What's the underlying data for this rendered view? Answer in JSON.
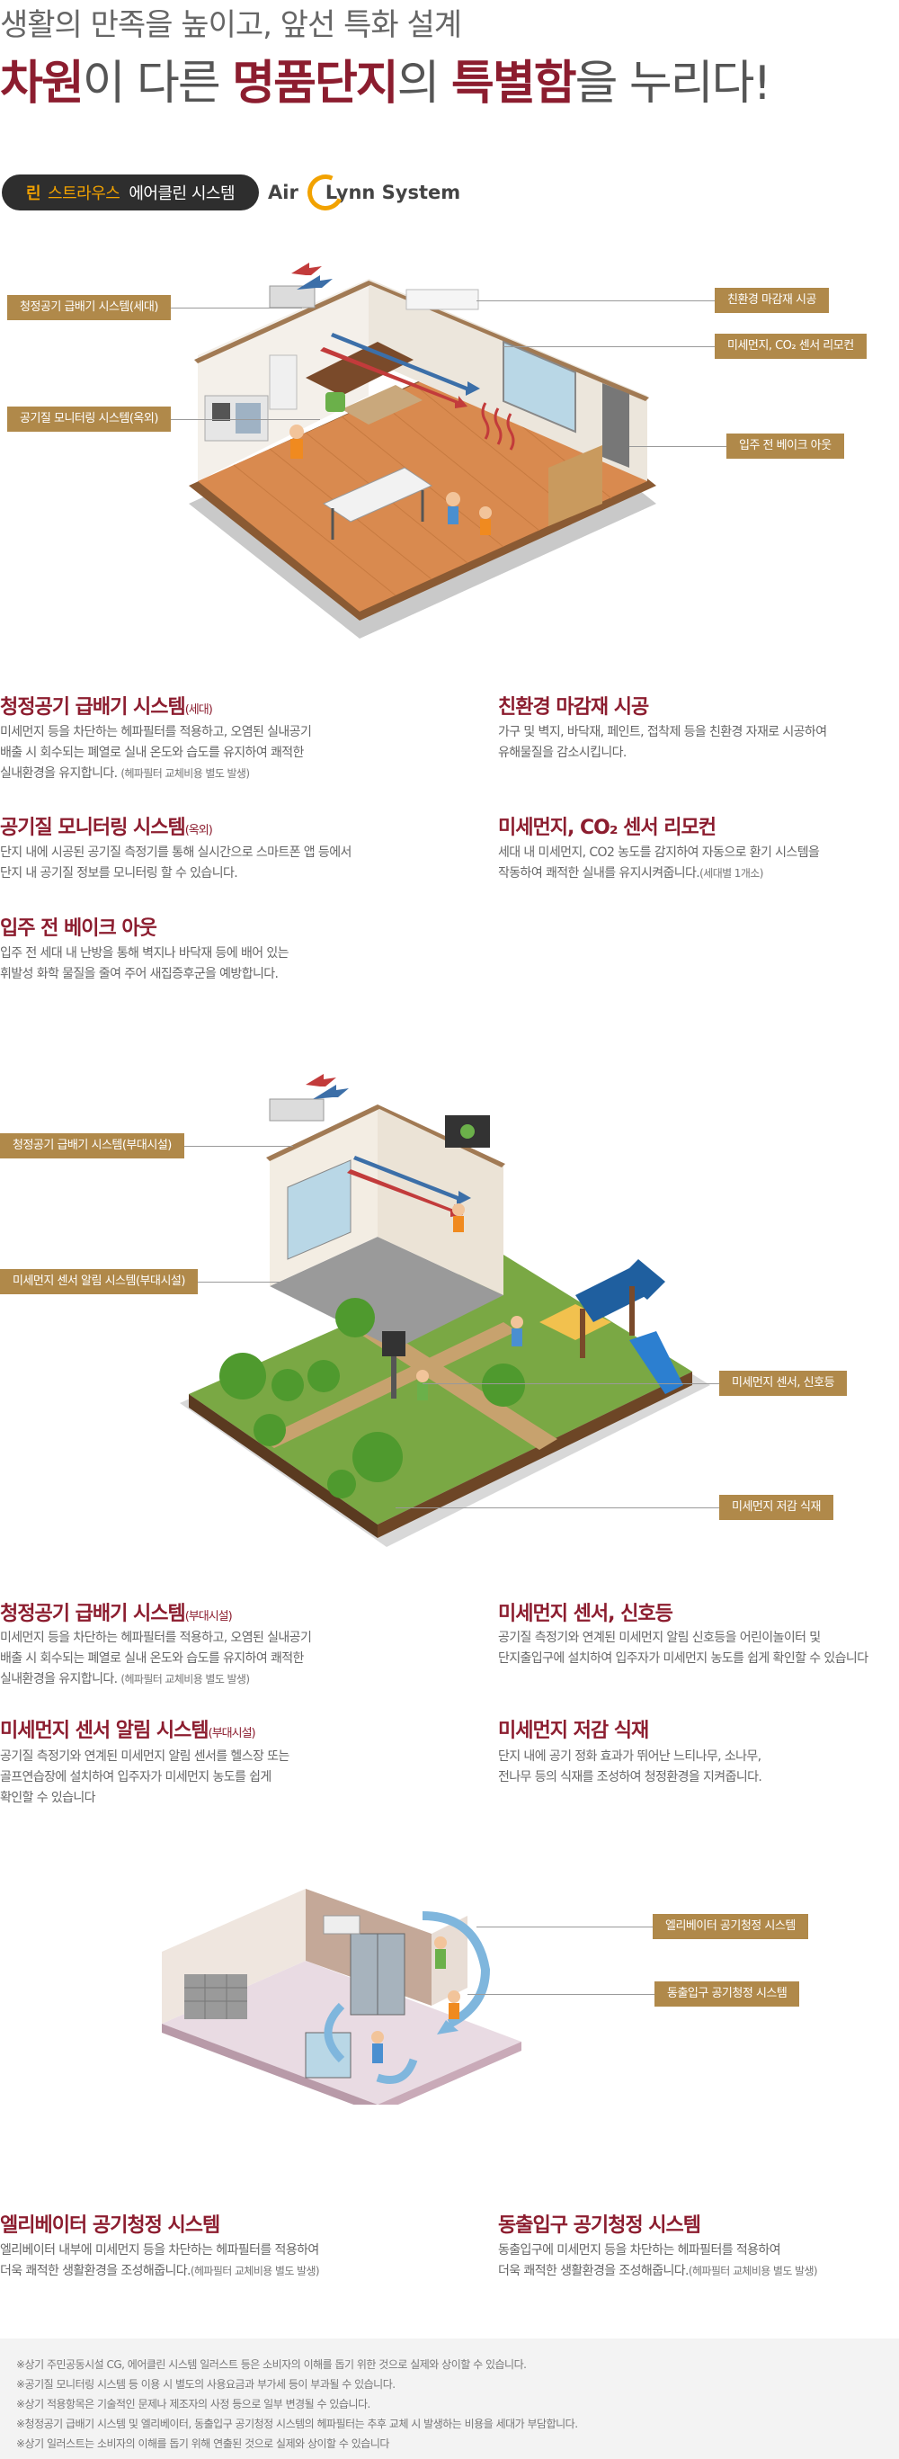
{
  "header": {
    "sub": "생활의 만족을 높이고, 앞선 특화 설계",
    "main_parts": [
      "차원",
      "이 다른 ",
      "명품단지",
      "의 ",
      "특별함",
      "을 누리다!"
    ]
  },
  "brand": {
    "lin": "린",
    "sr": "스트라우스",
    "system": "에어클린 시스템",
    "logo_air": "Air",
    "logo_lynn": "Lynn System"
  },
  "section1": {
    "tags": {
      "ventilation": "청정공기 급배기 시스템(세대)",
      "monitoring": "공기질 모니터링 시스템(옥외)",
      "eco": "친환경 마감재 시공",
      "sensor": "미세먼지, CO₂ 센서 리모컨",
      "bakeout": "입주 전 베이크 아웃"
    },
    "features": [
      {
        "title": "청정공기 급배기 시스템",
        "suffix": "(세대)",
        "lines": [
          "미세먼지 등을 차단하는 헤파필터를 적용하고, 오염된 실내공기",
          "배출 시 회수되는 폐열로 실내 온도와 습도를 유지하여 쾌적한",
          "실내환경을 유지합니다."
        ],
        "note": "(헤파필터 교체비용 별도 발생)"
      },
      {
        "title": "친환경 마감재 시공",
        "suffix": "",
        "lines": [
          "가구 및 벽지, 바닥재, 페인트, 접착제 등을 친환경 자재로 시공하여",
          "유해물질을 감소시킵니다."
        ],
        "note": ""
      },
      {
        "title": "공기질 모니터링 시스템",
        "suffix": "(옥외)",
        "lines": [
          "단지 내에 시공된 공기질 측정기를 통해 실시간으로 스마트폰 앱 등에서",
          "단지 내 공기질 정보를 모니터링 할 수 있습니다."
        ],
        "note": ""
      },
      {
        "title": "미세먼지, CO₂ 센서 리모컨",
        "suffix": "",
        "lines": [
          "세대 내 미세먼지, CO2 농도를 감지하여 자동으로 환기 시스템을",
          "작동하여 쾌적한 실내를 유지시켜줍니다."
        ],
        "note": "(세대별 1개소)"
      },
      {
        "title": "입주 전 베이크 아웃",
        "suffix": "",
        "lines": [
          "입주 전 세대 내 난방을 통해 벽지나 바닥재 등에 배어 있는",
          "휘발성 화학 물질을 줄여 주어 새집증후군을 예방합니다."
        ],
        "note": ""
      }
    ]
  },
  "section2": {
    "tags": {
      "ventilation": "청정공기 급배기 시스템(부대시설)",
      "alarm": "미세먼지 센서 알림 시스템(부대시설)",
      "signal": "미세먼지 센서, 신호등",
      "trees": "미세먼지 저감 식재"
    },
    "features": [
      {
        "title": "청정공기 급배기 시스템",
        "suffix": "(부대시설)",
        "lines": [
          "미세먼지 등을 차단하는 헤파필터를 적용하고, 오염된 실내공기",
          "배출 시 회수되는 폐열로 실내 온도와 습도를 유지하여 쾌적한",
          "실내환경을 유지합니다."
        ],
        "note": "(헤파필터 교체비용 별도 발생)"
      },
      {
        "title": "미세먼지 센서, 신호등",
        "suffix": "",
        "lines": [
          "공기질 측정기와 연계된 미세먼지 알림 신호등을 어린이놀이터 및",
          "단지출입구에 설치하여 입주자가 미세먼지 농도를 쉽게 확인할 수 있습니다"
        ],
        "note": ""
      },
      {
        "title": "미세먼지 센서 알림 시스템",
        "suffix": "(부대시설)",
        "lines": [
          "공기질 측정기와 연계된 미세먼지 알림 센서를 헬스장 또는",
          "골프연습장에 설치하여 입주자가 미세먼지 농도를 쉽게",
          "확인할 수 있습니다"
        ],
        "note": ""
      },
      {
        "title": "미세먼지 저감 식재",
        "suffix": "",
        "lines": [
          "단지 내에 공기 정화 효과가 뛰어난 느티나무, 소나무,",
          "전나무 등의 식재를 조성하여 청정환경을 지켜줍니다."
        ],
        "note": ""
      }
    ]
  },
  "section3": {
    "tags": {
      "elevator": "엘리베이터 공기청정 시스템",
      "entrance": "동출입구 공기청정 시스템"
    },
    "features": [
      {
        "title": "엘리베이터 공기청정 시스템",
        "suffix": "",
        "lines": [
          "엘리베이터 내부에 미세먼지 등을 차단하는 헤파필터를 적용하여",
          "더욱 쾌적한 생활환경을 조성해줍니다."
        ],
        "note": "(헤파필터 교체비용 별도 발생)"
      },
      {
        "title": "동출입구 공기청정 시스템",
        "suffix": "",
        "lines": [
          "동출입구에 미세먼지 등을 차단하는 헤파필터를 적용하여",
          "더욱 쾌적한 생활환경을 조성해줍니다."
        ],
        "note": "(헤파필터 교체비용 별도 발생)"
      }
    ]
  },
  "footer": {
    "notes": [
      "※상기 주민공동시설 CG, 에어클린 시스템 일러스트 등은 소비자의 이해를 돕기 위한 것으로 실제와 상이할 수 있습니다.",
      "※공기질 모니터링 시스템 등 이용 시 별도의 사용요금과 부가세 등이 부과될 수 있습니다.",
      "※상기 적용항목은 기술적인 문제나 제조자의 사정 등으로 일부 변경될 수 있습니다.",
      "※청정공기 급배기 시스템 및 엘리베이터, 동출입구 공기청정 시스템의 헤파필터는 추후 교체 시 발생하는 비용을 세대가 부담합니다.",
      "※상기 일러스트는 소비자의 이해를 돕기 위해 연출된 것으로 실제와 상이할 수 있습니다"
    ]
  },
  "colors": {
    "accent": "#8c1d2f",
    "tag": "#b0894a",
    "brand_orange": "#f2a200"
  }
}
